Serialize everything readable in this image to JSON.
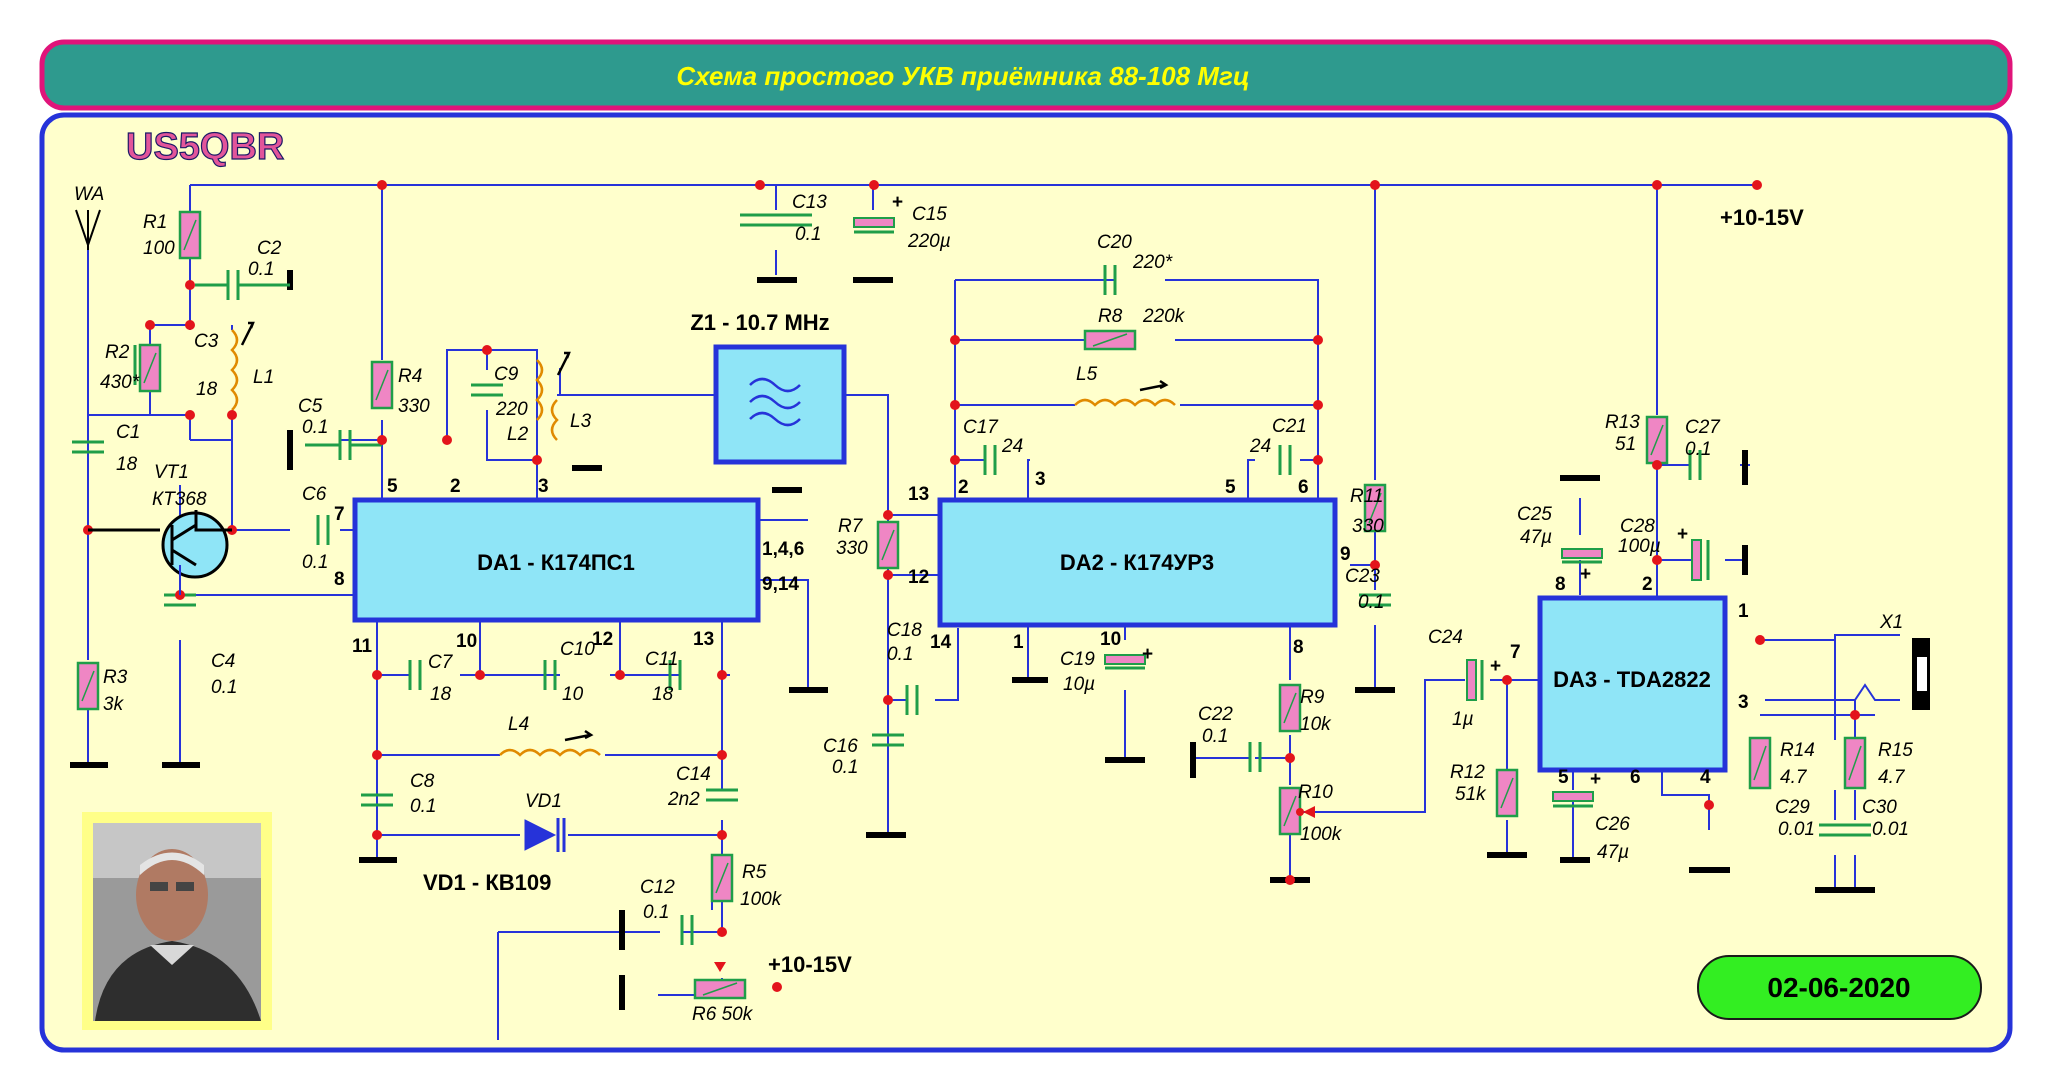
{
  "title": "Схема простого УКВ приёмника 88-108 Мгц",
  "brand": "US5QBR",
  "date": "02-06-2020",
  "supply_label": "+10-15V",
  "colors": {
    "title_bar": "#2e9a8e",
    "title_border": "#e0147a",
    "panel_bg": "#ffffcc",
    "panel_border": "#2633d9",
    "ic_fill": "#8fe5f7",
    "wire": "#2633d9",
    "node": "#e3141b",
    "resistor_fill": "#ef86c4",
    "component_stroke": "#1f9e48",
    "coil": "#e08a00",
    "date_badge": "#33ee22"
  },
  "icons": {
    "antenna": "antenna-icon",
    "transistor": "npn-transistor-icon",
    "filter": "bandpass-filter-icon",
    "audio_jack": "audio-jack-icon",
    "portrait": "author-photo"
  },
  "ics": {
    "da1": "DA1 - К174ПС1",
    "da2": "DA2 - К174УР3",
    "da3": "DA3 - TDA2822",
    "z1": "Z1 - 10.7 MHz"
  },
  "components": {
    "wa": "WA",
    "r1": "R1",
    "r1v": "100",
    "r2": "R2",
    "r2v": "430*",
    "r3": "R3",
    "r3v": "3k",
    "r4": "R4",
    "r4v": "330",
    "r5": "R5",
    "r5v": "100k",
    "r6": "R6 50k",
    "r7": "R7",
    "r7v": "330",
    "r8": "R8",
    "r8v": "220k",
    "r9": "R9",
    "r9v": "10k",
    "r10": "R10",
    "r10v": "100k",
    "r11": "R11",
    "r11v": "330",
    "r12": "R12",
    "r12v": "51k",
    "r13": "R13",
    "r13v": "51",
    "r14": "R14",
    "r14v": "4.7",
    "r15": "R15",
    "r15v": "4.7",
    "c1": "C1",
    "c1v": "18",
    "c2": "C2",
    "c2v": "0.1",
    "c3": "C3",
    "c3v": "18",
    "c4": "C4",
    "c4v": "0.1",
    "c5": "C5",
    "c5v": "0.1",
    "c6": "C6",
    "c6v": "0.1",
    "c7": "C7",
    "c7v": "18",
    "c8": "C8",
    "c8v": "0.1",
    "c9": "C9",
    "c9v": "220",
    "c10": "C10",
    "c10v": "10",
    "c11": "C11",
    "c11v": "18",
    "c12": "C12",
    "c12v": "0.1",
    "c13": "C13",
    "c13v": "0.1",
    "c14": "C14",
    "c14v": "2n2",
    "c15": "C15",
    "c15v": "220µ",
    "c16": "C16",
    "c16v": "0.1",
    "c17": "C17",
    "c17v": "24",
    "c18": "C18",
    "c18v": "0.1",
    "c19": "C19",
    "c19v": "10µ",
    "c20": "C20",
    "c20v": "220*",
    "c21": "C21",
    "c21v": "24",
    "c22": "C22",
    "c22v": "0.1",
    "c23": "C23",
    "c23v": "0.1",
    "c24": "C24",
    "c24v": "1µ",
    "c25": "C25",
    "c25v": "47µ",
    "c26": "C26",
    "c26v": "47µ",
    "c27": "C27",
    "c27v": "0.1",
    "c28": "C28",
    "c28v": "100µ",
    "c29": "C29",
    "c29v": "0.01",
    "c30": "C30",
    "c30v": "0.01",
    "l1": "L1",
    "l2": "L2",
    "l3": "L3",
    "l4": "L4",
    "l5": "L5",
    "vt1": "VT1",
    "vt1v": "КТ368",
    "vd1": "VD1",
    "vd1_full": "VD1 - КВ109",
    "x1": "X1"
  },
  "pins": {
    "da1": [
      "7",
      "8",
      "5",
      "2",
      "3",
      "1,4,6",
      "9,14",
      "11",
      "10",
      "12",
      "13"
    ],
    "da2": [
      "13",
      "12",
      "2",
      "3",
      "5",
      "6",
      "9",
      "1",
      "10",
      "8",
      "14"
    ],
    "da3": [
      "8",
      "2",
      "1",
      "3",
      "7",
      "5",
      "6",
      "4"
    ]
  },
  "plus": "+"
}
